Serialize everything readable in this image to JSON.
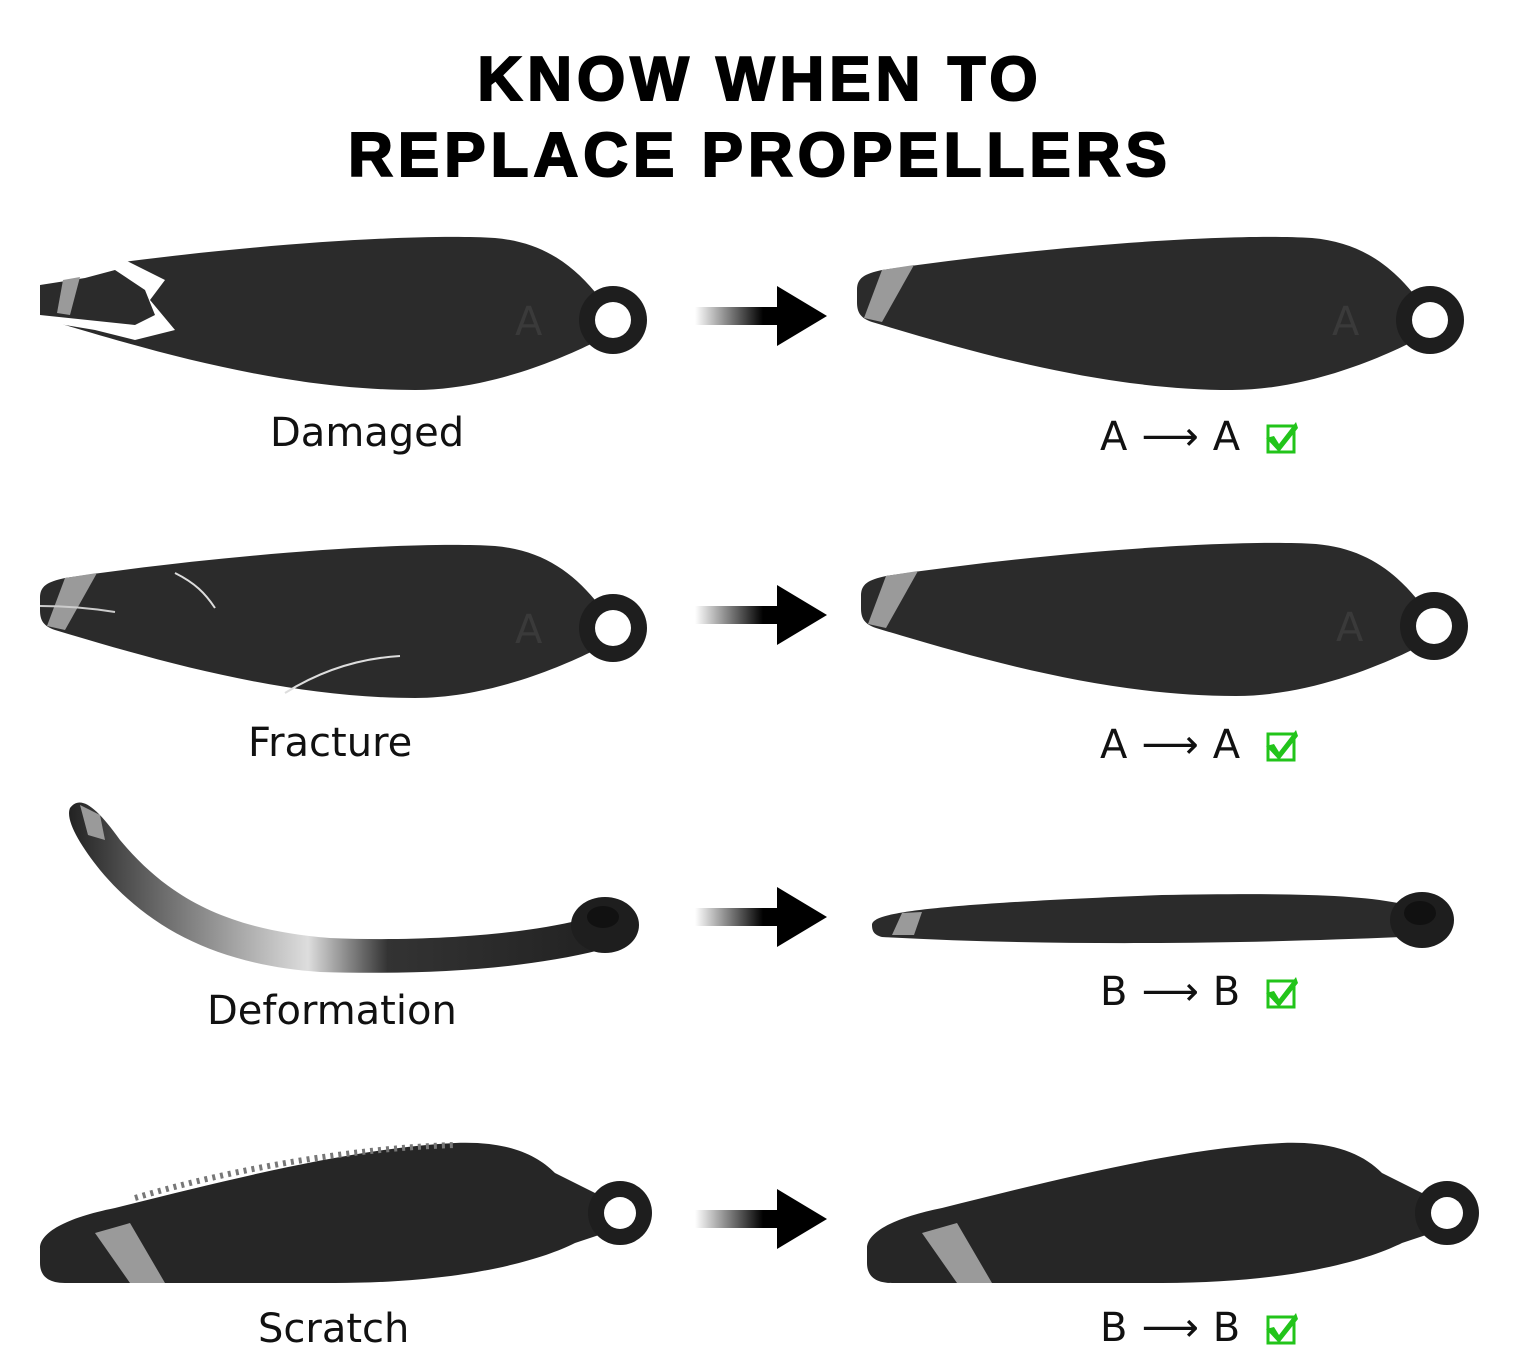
{
  "title": {
    "line1": "KNOW WHEN TO",
    "line2": "REPLACE PROPELLERS"
  },
  "colors": {
    "blade": "#2b2b2b",
    "stripe": "#9a9a9a",
    "check": "#22c41a",
    "text": "#111111"
  },
  "rows": [
    {
      "condition": "Damaged",
      "from": "A",
      "arrow": "⟶",
      "to": "A",
      "icon": "check-box-icon"
    },
    {
      "condition": "Fracture",
      "from": "A",
      "arrow": "⟶",
      "to": "A",
      "icon": "check-box-icon"
    },
    {
      "condition": "Deformation",
      "from": "B",
      "arrow": "⟶",
      "to": "B",
      "icon": "check-box-icon"
    },
    {
      "condition": "Scratch",
      "from": "B",
      "arrow": "⟶",
      "to": "B",
      "icon": "check-box-icon"
    }
  ]
}
